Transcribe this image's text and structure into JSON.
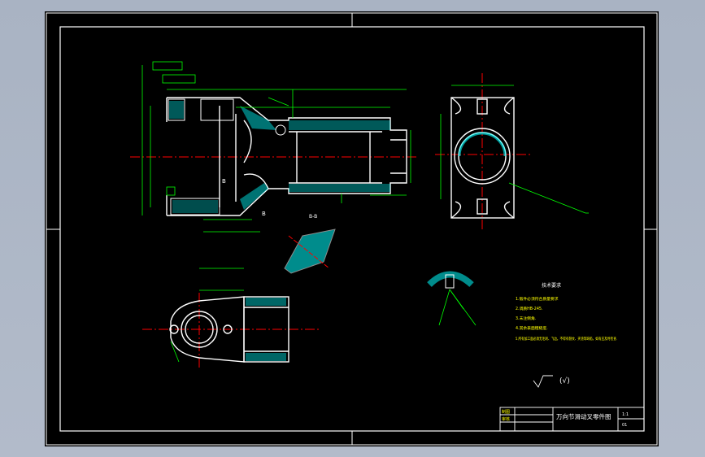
{
  "drawing": {
    "title_block": {
      "title": "万向节滑动叉零件图",
      "scale": "1:1",
      "sheet": "01",
      "rows": [
        "制图",
        "审核"
      ]
    },
    "tech_requirements": {
      "heading": "技术要求",
      "items": [
        "1.锻件必须符合质量要求",
        "2.调质HB-245.",
        "3.未注倒角.",
        "4.其余表面粗糙度.",
        "5.所有加工面必须无毛刺、飞边。不得有裂纹、夹渣等缺陷，如有应及时检查."
      ]
    },
    "section_labels": [
      "B",
      "B",
      "B-B"
    ],
    "surface_finish_note": "(√)",
    "colors": {
      "sheet": "#000000",
      "border": "#ffffff",
      "dimension": "#00ff00",
      "outline": "#ffffff",
      "centerline": "#ff0000",
      "hatch": "#00ffff",
      "accent": "#ffff00"
    }
  }
}
